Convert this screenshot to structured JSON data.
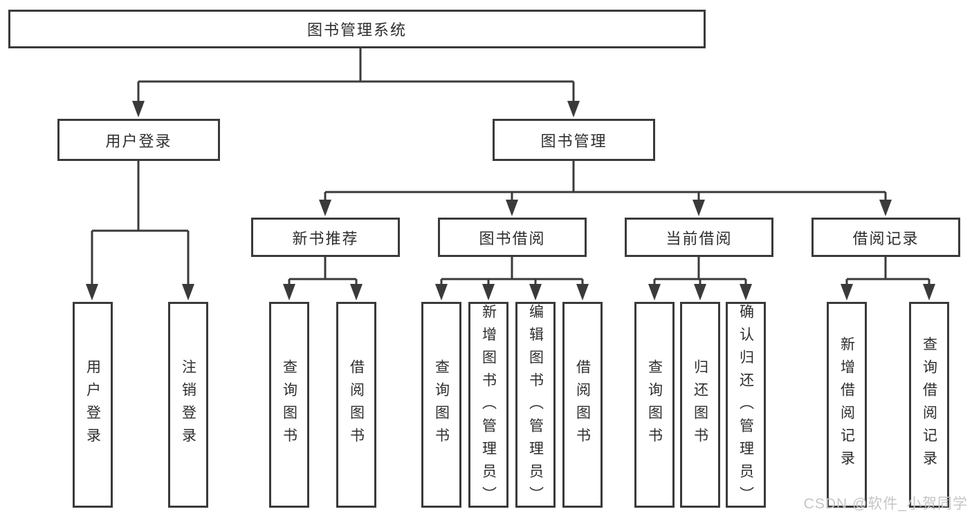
{
  "tree": {
    "label": "图书管理系统",
    "children": [
      {
        "label": "用户登录",
        "children": [
          {
            "label": "用户登录"
          },
          {
            "label": "注销登录"
          }
        ]
      },
      {
        "label": "图书管理",
        "children": [
          {
            "label": "新书推荐",
            "children": [
              {
                "label": "查询图书"
              },
              {
                "label": "借阅图书"
              }
            ]
          },
          {
            "label": "图书借阅",
            "children": [
              {
                "label": "查询图书"
              },
              {
                "label": "新增图书（管理员）"
              },
              {
                "label": "编辑图书（管理员）"
              },
              {
                "label": "借阅图书"
              }
            ]
          },
          {
            "label": "当前借阅",
            "children": [
              {
                "label": "查询图书"
              },
              {
                "label": "归还图书"
              },
              {
                "label": "确认归还（管理员）"
              }
            ]
          },
          {
            "label": "借阅记录",
            "children": [
              {
                "label": "新增借阅记录"
              },
              {
                "label": "查询借阅记录"
              }
            ]
          }
        ]
      }
    ]
  },
  "watermark": "CSDN @软件_小贺同学",
  "colors": {
    "line": "#3a3a3a",
    "text": "#2e2e2e",
    "watermark": "#c6c6c6",
    "background": "#ffffff"
  }
}
